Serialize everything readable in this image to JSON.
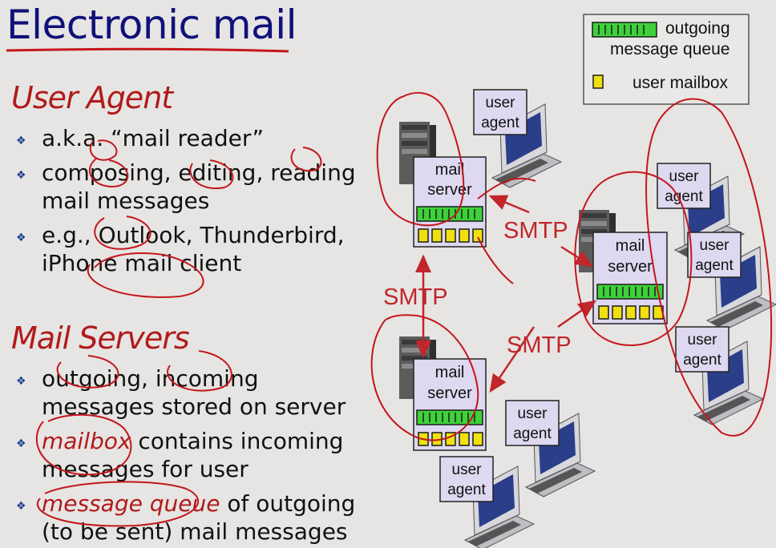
{
  "title": "Electronic mail",
  "user_agent": {
    "heading": "User Agent",
    "bullets": [
      {
        "lines": [
          "a.k.a. “mail reader”"
        ]
      },
      {
        "lines": [
          "composing, editing, reading",
          "mail messages"
        ]
      },
      {
        "lines": [
          "e.g., Outlook, Thunderbird,",
          "iPhone mail client"
        ]
      }
    ]
  },
  "mail_servers": {
    "heading": "Mail Servers",
    "bullet1": {
      "lines": [
        "outgoing, incoming",
        "messages stored on server"
      ]
    },
    "bullet2": {
      "em": "mailbox",
      "rest": " contains incoming",
      "line2": "messages for user"
    },
    "bullet3": {
      "em": "message queue",
      "rest": " of outgoing",
      "line2": "(to be sent) mail messages"
    }
  },
  "legend": {
    "queue_label_1": "outgoing",
    "queue_label_2": "message queue",
    "mailbox_label": "user mailbox"
  },
  "diagram": {
    "server_label_1": "mail",
    "server_label_2": "server",
    "agent_label_1": "user",
    "agent_label_2": "agent",
    "protocol": "SMTP"
  },
  "colors": {
    "title": "#10107a",
    "heading": "#b11a1a",
    "smtp": "#c0262a",
    "queue": "#3ed13a",
    "mailbox": "#f0e010",
    "box": "#ded8f0",
    "annotation": "#c4161c"
  }
}
